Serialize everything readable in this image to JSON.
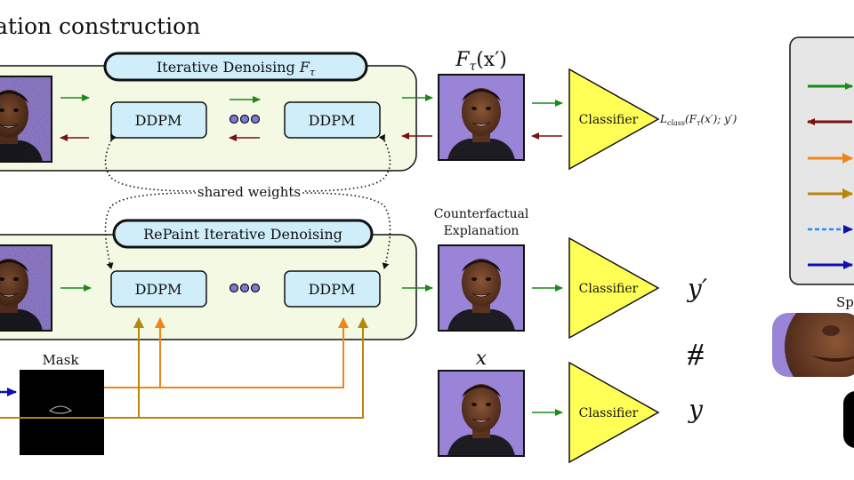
{
  "title": "ation construction",
  "panels": {
    "top_label": "Iterative Denoising",
    "top_label_math": "F",
    "top_label_sub": "τ",
    "bottom_label": "RePaint Iterative Denoising"
  },
  "blocks": {
    "ddpm": "DDPM",
    "classifier": "Classifier",
    "shared_weights": "shared weights",
    "mask": "Mask"
  },
  "outputs": {
    "f_tau_label": "F",
    "f_tau_sub": "τ",
    "f_tau_arg": "(x′)",
    "loss_label": "L",
    "loss_sub": "class",
    "loss_arg": "(F",
    "loss_arg_sub": "τ",
    "loss_arg_tail": "(x′); y′)",
    "counterfactual_line1": "Counterfactual",
    "counterfactual_line2": "Explanation",
    "x_label": "x",
    "y_prime": "y′",
    "y_label": "y",
    "not_equal": "⧣"
  },
  "legend": {
    "partial_label": "Sp"
  },
  "colors": {
    "panel_fill": "#f4f9e3",
    "pill_fill": "#cfeefa",
    "ddpm_fill": "#cfeefa",
    "classifier_fill": "#ffff55",
    "green_arrow": "#1a8a1a",
    "dark_red_arrow": "#7a1010",
    "orange_arrow": "#f0851a",
    "brown_arrow": "#b8860b",
    "blue_arrow": "#1f8fff",
    "navy_arrow": "#1010b0",
    "legend_fill": "#e6e6e6",
    "face_bg": "#9a84d8",
    "skin": "#6b3e26"
  }
}
